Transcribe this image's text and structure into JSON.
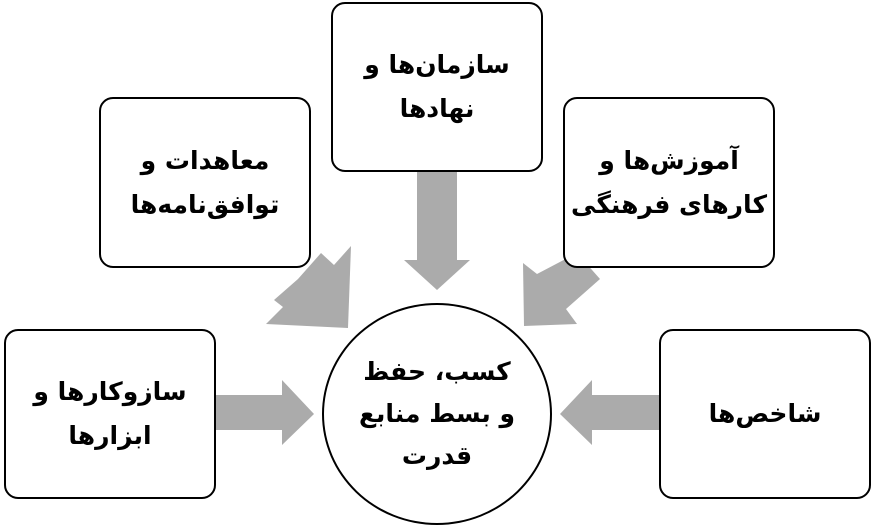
{
  "diagram": {
    "center": {
      "lines": [
        "کسب، حفظ",
        "و بسط منابع",
        "قدرت"
      ]
    },
    "nodes": {
      "organizations": {
        "lines": [
          "سازمان‌ها و",
          "نهادها"
        ]
      },
      "treaties": {
        "lines": [
          "معاهدات و",
          "توافق‌نامه‌ها"
        ]
      },
      "education": {
        "lines": [
          "آموزش‌ها و",
          "کارهای فرهنگی"
        ]
      },
      "mechanisms": {
        "lines": [
          "سازوکارها و",
          "ابزارها"
        ]
      },
      "indicators": {
        "lines": [
          "شاخص‌ها"
        ]
      }
    },
    "colors": {
      "arrow": "#ababab",
      "border": "#000000",
      "text": "#000000",
      "background": "#ffffff"
    }
  }
}
